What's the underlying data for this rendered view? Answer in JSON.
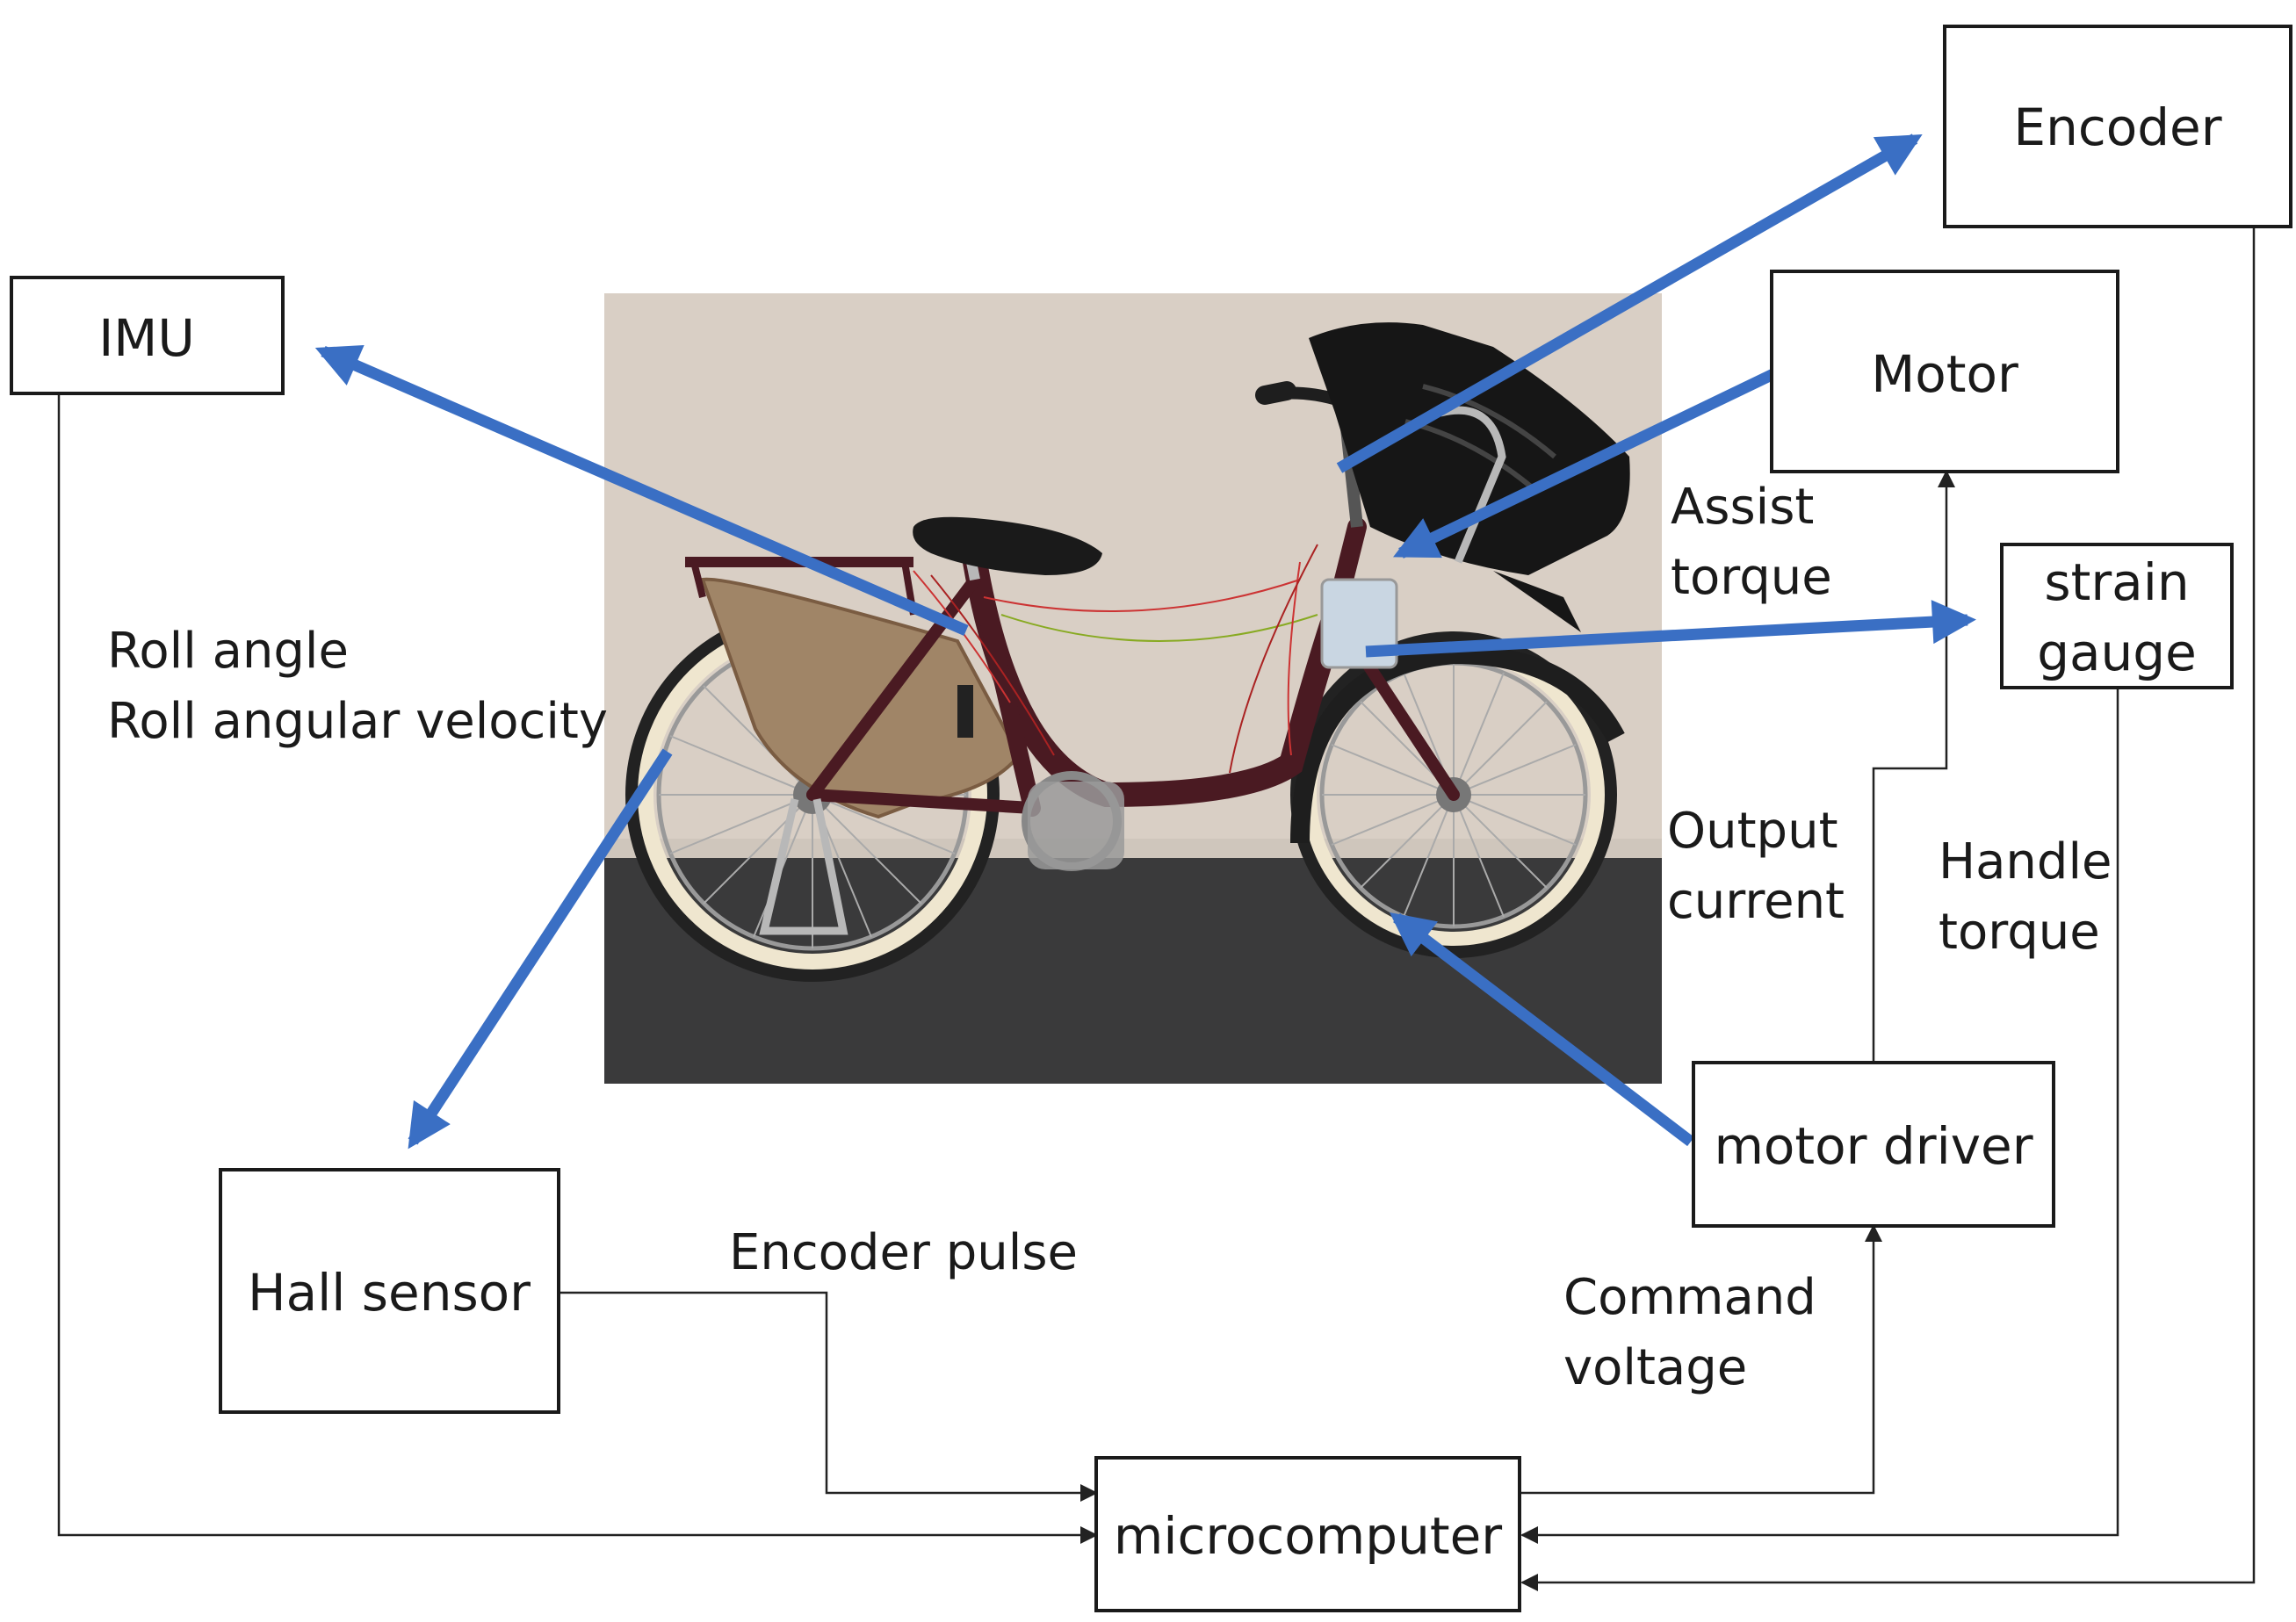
{
  "colors": {
    "arrow": "#3a6fc4",
    "line": "#222222",
    "wall": "#d9cfc5",
    "floor": "#3a3a3b",
    "frame": "#4a1a22",
    "seat": "#1a1a1a",
    "tire_wall": "#efe6cf",
    "rack_panel": "#a08567",
    "metal": "#b8b8b8"
  },
  "blocks": {
    "encoder": "Encoder",
    "imu": "IMU",
    "motor": "Motor",
    "strain_gauge": [
      "strain",
      "gauge"
    ],
    "hall_sensor": "Hall sensor",
    "motor_driver": "motor driver",
    "microcomputer": "microcomputer"
  },
  "signals": {
    "roll": [
      "Roll angle",
      "Roll angular velocity"
    ],
    "assist_torque": [
      "Assist",
      "torque"
    ],
    "output_current": [
      "Output",
      "current"
    ],
    "handle_torque": [
      "Handle",
      "torque"
    ],
    "encoder_pulse": "Encoder pulse",
    "command_voltage": [
      "Command",
      "voltage"
    ]
  },
  "icons": {
    "photo": "bicycle-photo"
  }
}
